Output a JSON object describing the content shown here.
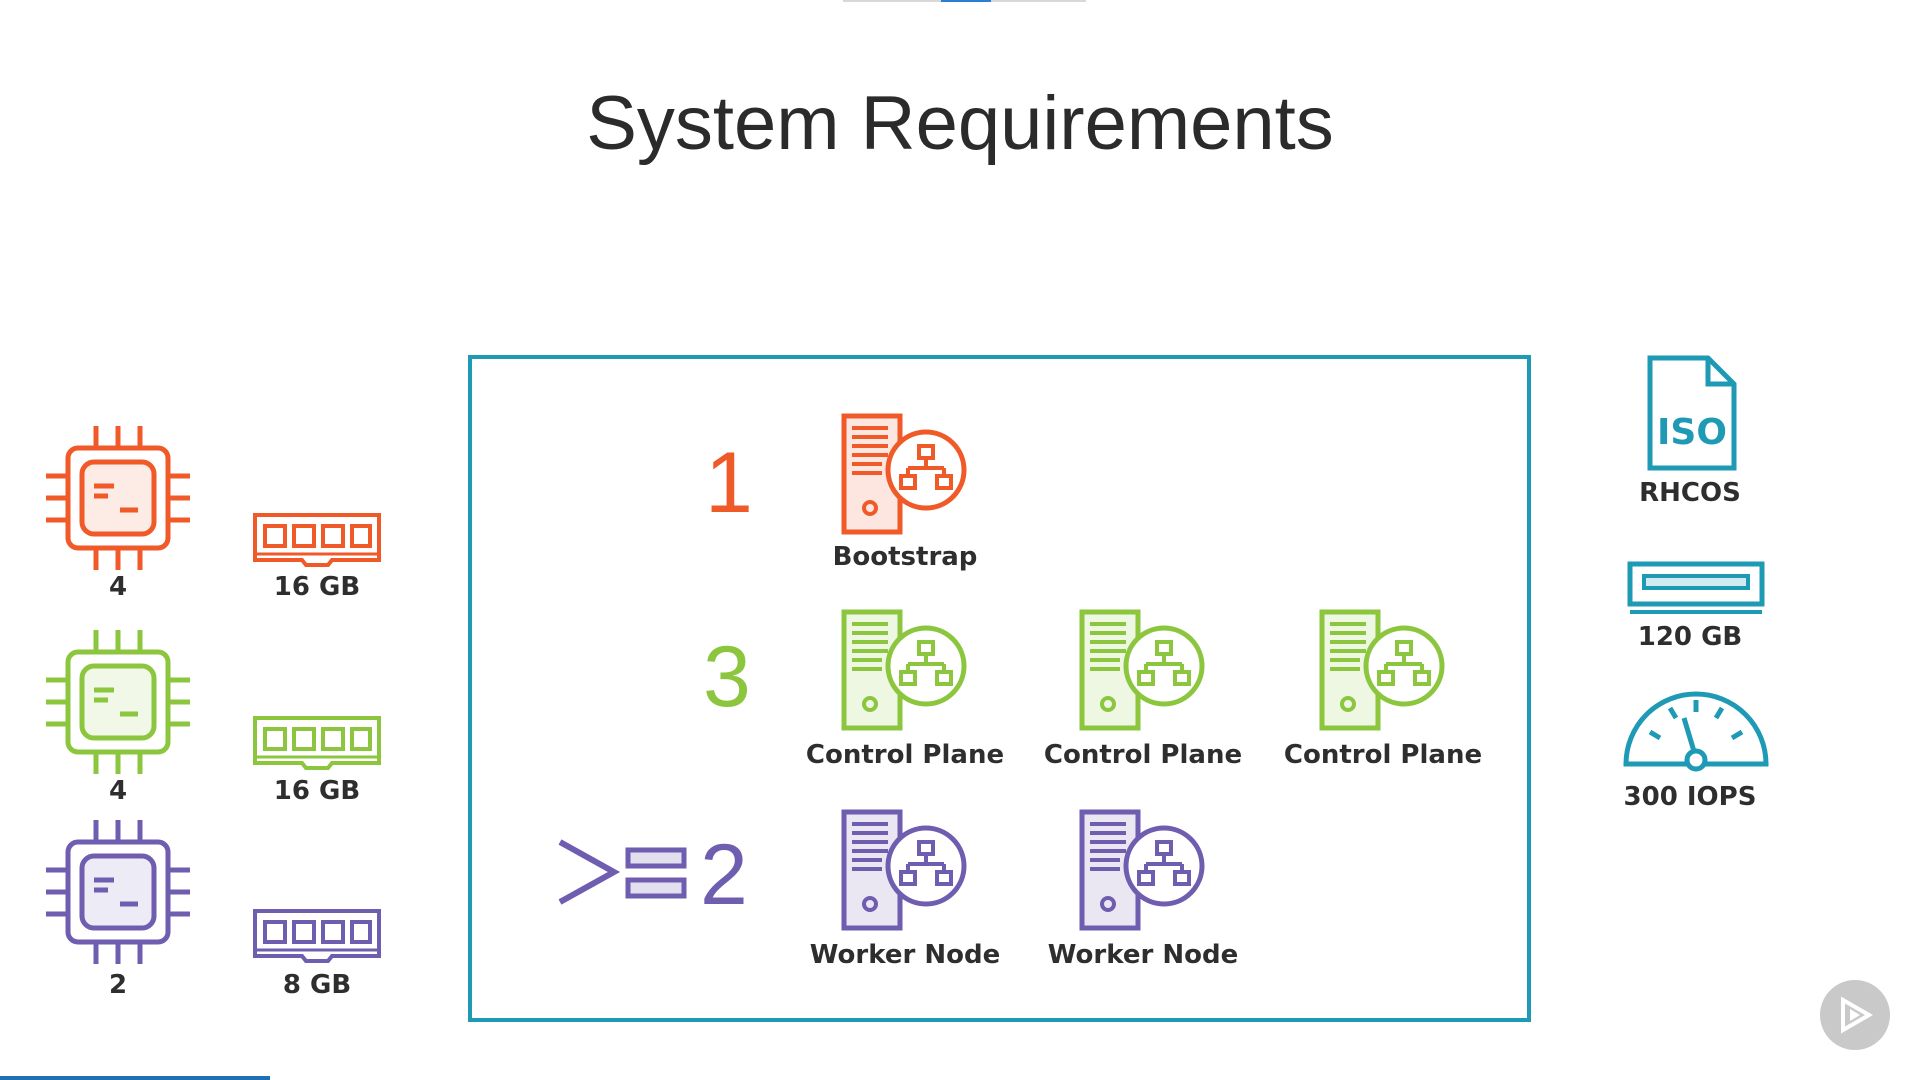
{
  "title": "System Requirements",
  "colors": {
    "bootstrap": "#f05a28",
    "control": "#8cc63f",
    "worker": "#6f5db0",
    "storage": "#1e9ab5"
  },
  "left_specs": [
    {
      "cpu": "4",
      "ram": "16 GB"
    },
    {
      "cpu": "4",
      "ram": "16 GB"
    },
    {
      "cpu": "2",
      "ram": "8 GB"
    }
  ],
  "nodes": {
    "bootstrap": {
      "count": "1",
      "label": "Bootstrap"
    },
    "control": {
      "count": "3",
      "labels": [
        "Control Plane",
        "Control Plane",
        "Control Plane"
      ]
    },
    "worker": {
      "count": ">=2",
      "count_number": "2",
      "labels": [
        "Worker Node",
        "Worker Node"
      ]
    }
  },
  "right_specs": {
    "iso_text": "ISO",
    "iso_label": "RHCOS",
    "disk_label": "120 GB",
    "iops_label": "300 IOPS"
  },
  "icons": [
    "cpu-icon",
    "ram-icon",
    "server-network-icon",
    "iso-file-icon",
    "disk-drive-icon",
    "gauge-icon",
    "play-icon"
  ]
}
